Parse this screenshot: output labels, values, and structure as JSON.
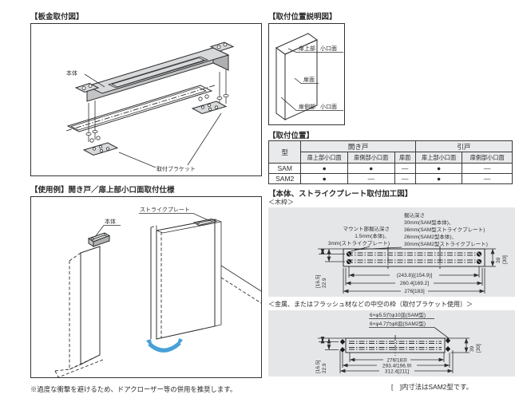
{
  "sheet_metal": {
    "title": "【板金取付図】",
    "body_label": "本体",
    "bracket_label": "取付ブラケット"
  },
  "pos_explain": {
    "title": "【取付位置説明図】",
    "top_label": "扉上部",
    "top_label2": "小口面",
    "face_label": "扉面",
    "side_label": "扉側部",
    "side_label2": "小口面"
  },
  "pos_table": {
    "title": "【取付位置】",
    "model_header": "型",
    "hinged_header": "開き戸",
    "sliding_header": "引戸",
    "sub": [
      "扉上部小口面",
      "扉側部小口面",
      "扉面",
      "扉上部小口面",
      "扉側部小口面"
    ],
    "rows": [
      {
        "model": "SAM",
        "cells": [
          "●",
          "●",
          "—",
          "●",
          "—"
        ]
      },
      {
        "model": "SAM2",
        "cells": [
          "●",
          "—",
          "—",
          "●",
          "—"
        ]
      }
    ]
  },
  "usage": {
    "title": "【使用例】開き戸／扉上部小口面取付仕様",
    "body_label": "本体",
    "strike_label": "ストライクプレート",
    "note": "※過度な衝撃を避けるため、ドアクローザー等の併用を推奨します。",
    "arrow_color": "#47a0d7"
  },
  "machining": {
    "title": "【本体、ストライクプレート取付加工図】",
    "wood_caption": "＜木枠＞",
    "mount_lines": [
      "マウント部掘込深さ",
      "1.5mm(本体)、",
      "3mm(ストライクプレート)"
    ],
    "depth_lines": [
      "掘込深さ",
      "30mm(SAM型本体)、",
      "36mm(SAM型ストライクプレート)",
      "26mm(SAM2型本体)、",
      "30mm(SAM2型ストライクプレート)"
    ],
    "wood_dims": {
      "d1": "(243.8)[(154.9)]",
      "d2": "260.4[169.2]",
      "d3": "276[183]",
      "v1": "[16.5]",
      "v2": "22.9",
      "r1": "39",
      "r2": "[30]"
    },
    "hollow_caption": "＜金属、またはフラッシュ材などの中空の枠（取付ブラケット使用）＞",
    "hole_label1": "6×φ5.5穴φ10皿(SAM型)",
    "hole_label2": "6×φ4.7穴φ8皿(SAM2型)",
    "hollow_dims": {
      "d1": "276[183]",
      "d2": "293.4[196.9]",
      "d3": "312.4[211]",
      "v1": "[16.5]",
      "v2": "22.9",
      "r1": "39",
      "r2": "[30]"
    },
    "note": "[　]内寸法はSAM2型です。"
  }
}
